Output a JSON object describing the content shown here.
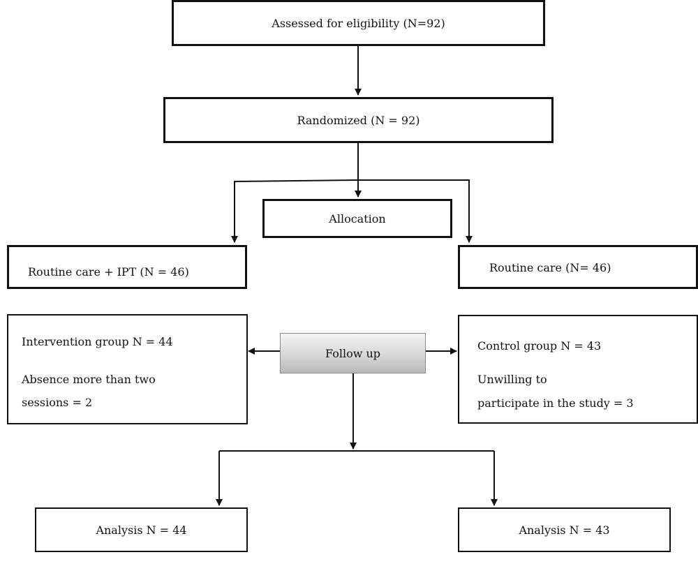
{
  "boxes": {
    "assessed": "Assessed for eligibility (N=92)",
    "randomized": "Randomized (N = 92)",
    "allocation": "Allocation",
    "left_alloc": "Routine care + IPT (N = 46)",
    "right_alloc": "Routine care (N= 46)",
    "follow_up": "Follow up",
    "left_follow": [
      "Intervention group N = 44",
      "Absence more than two",
      "sessions = 2"
    ],
    "right_follow": [
      "Control group N = 43",
      "Unwilling to",
      "participate in the study = 3"
    ],
    "left_analysis": "Analysis N = 44",
    "right_analysis": "Analysis N = 43"
  }
}
